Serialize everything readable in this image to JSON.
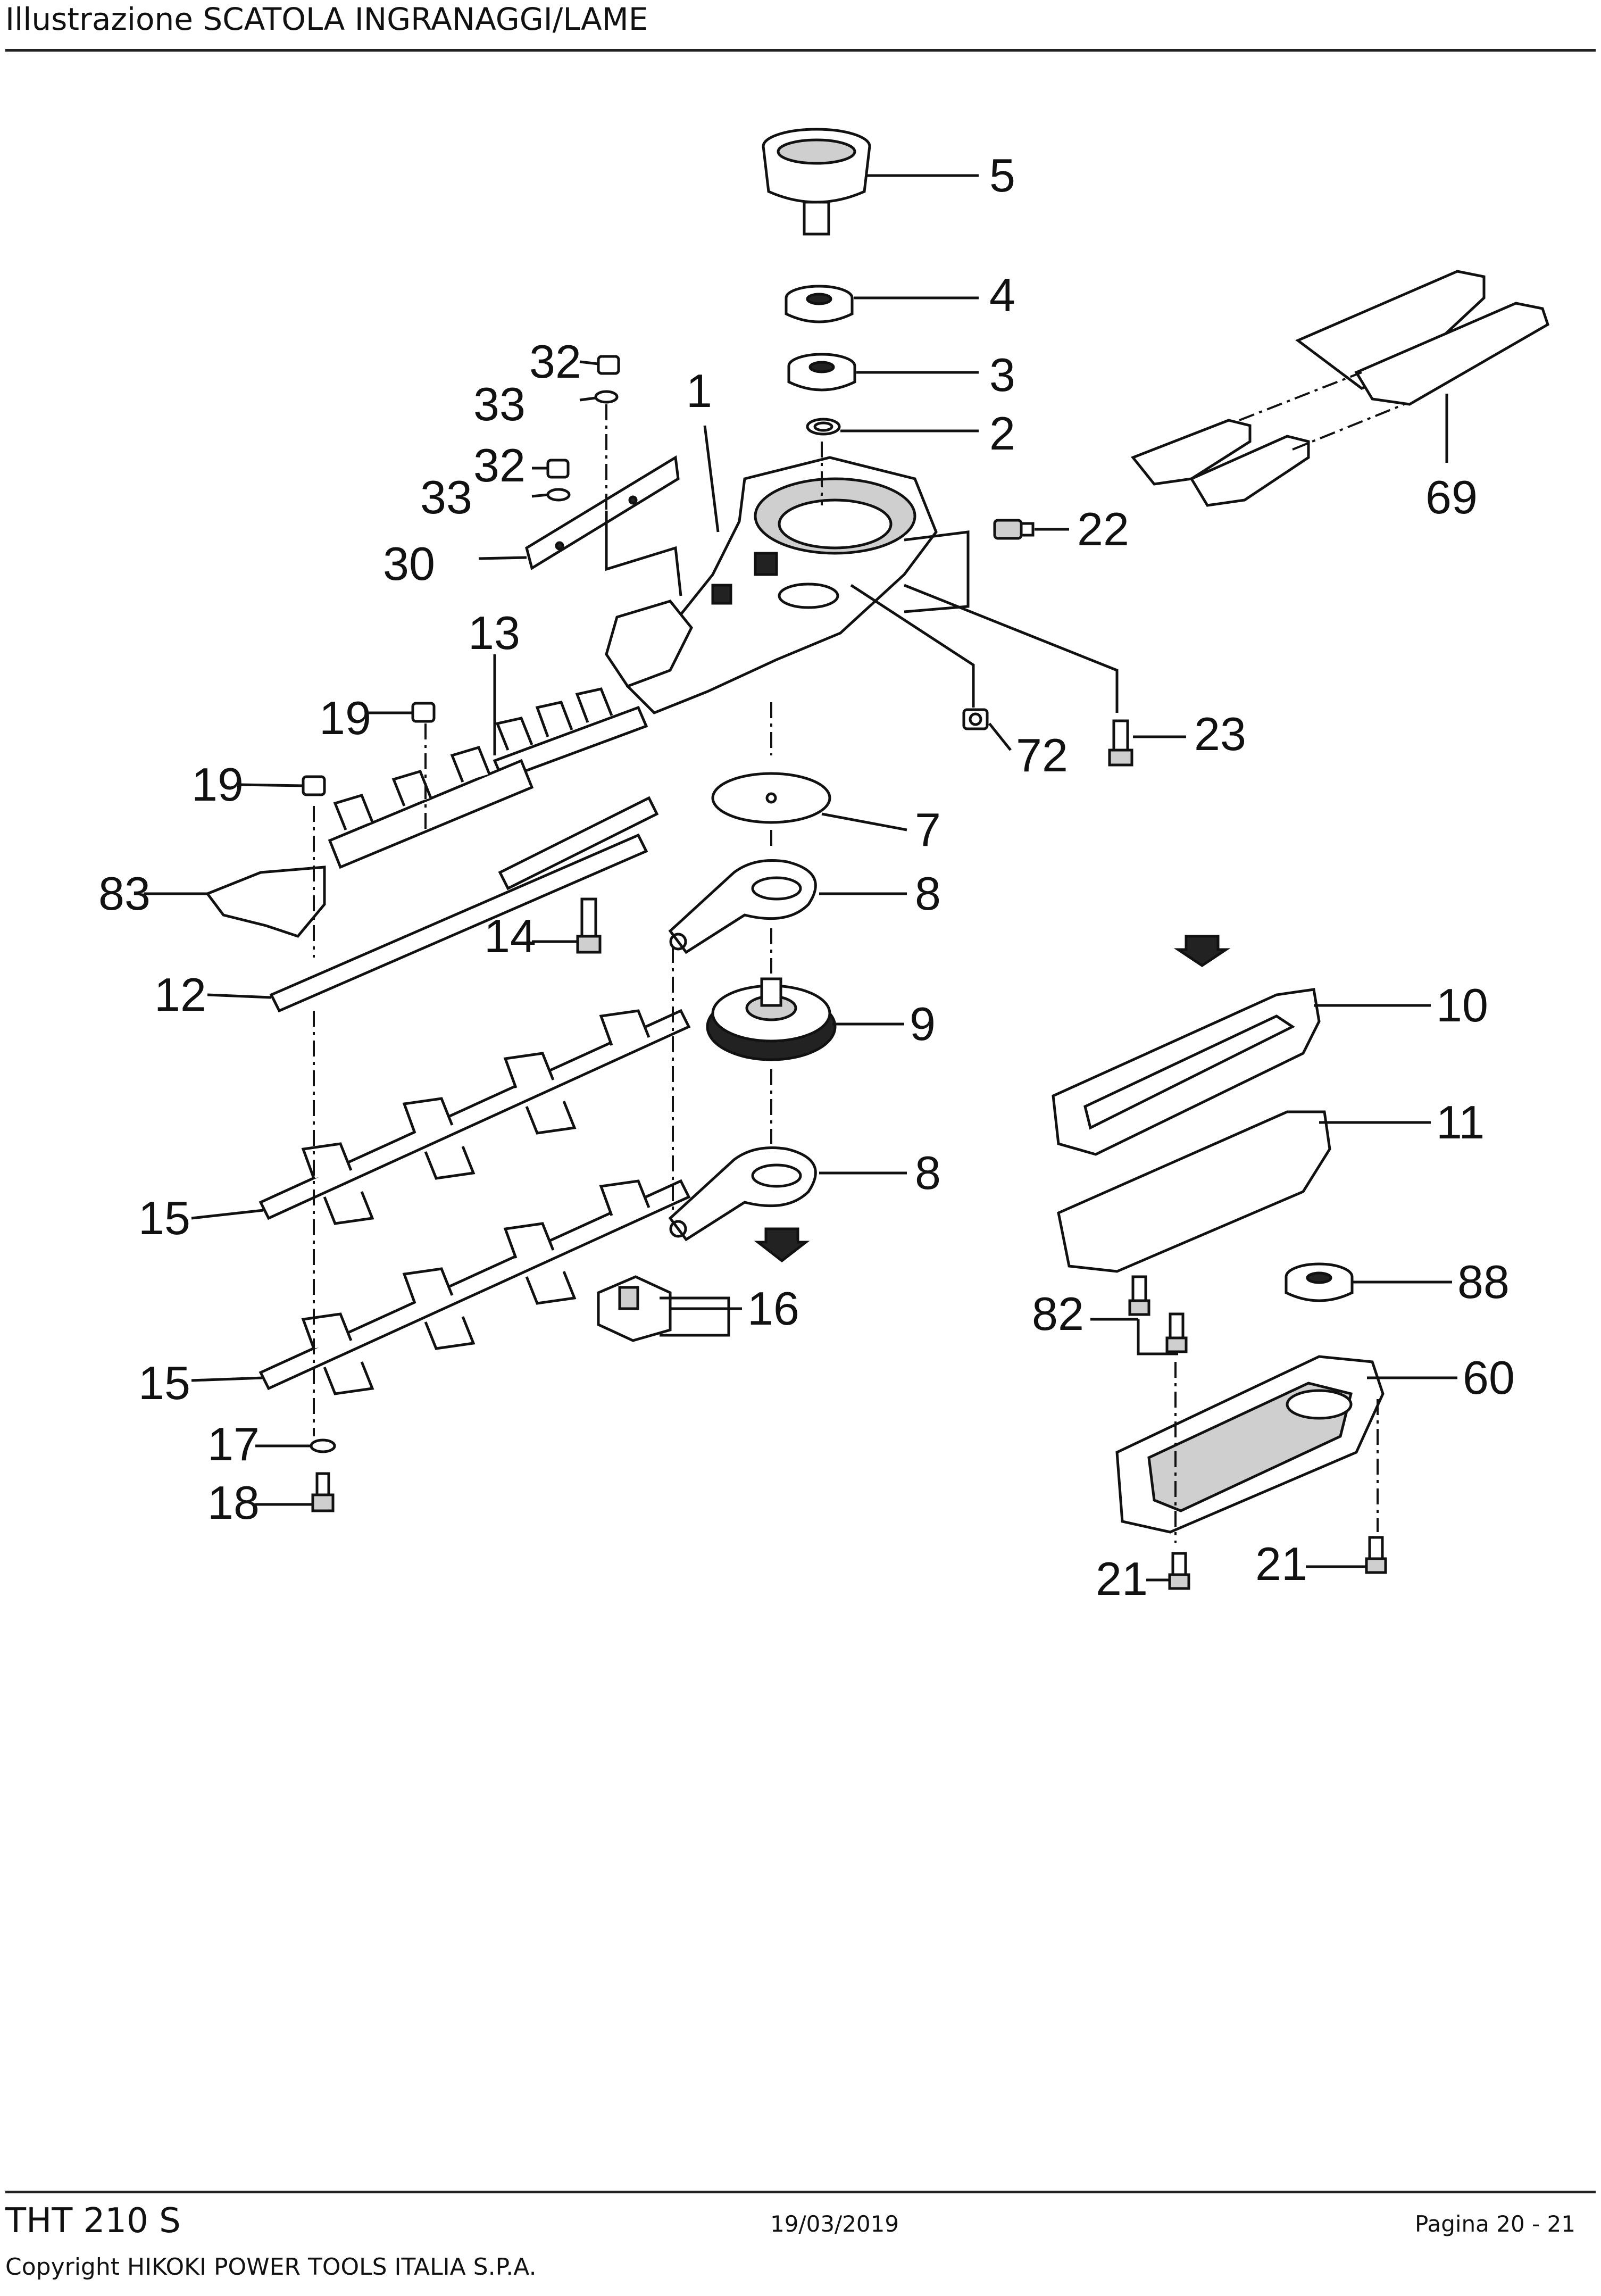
{
  "header": {
    "title": "Illustrazione  SCATOLA INGRANAGGI/LAME"
  },
  "footer": {
    "model": "THT 210 S",
    "date": "19/03/2019",
    "page": "Pagina 20 - 21",
    "copyright": "Copyright HIKOKI POWER TOOLS ITALIA S.P.A."
  },
  "callouts": {
    "p1": "1",
    "p2": "2",
    "p3": "3",
    "p4": "4",
    "p5": "5",
    "p7": "7",
    "p8a": "8",
    "p8b": "8",
    "p9": "9",
    "p10": "10",
    "p11": "11",
    "p12": "12",
    "p13": "13",
    "p14": "14",
    "p15a": "15",
    "p15b": "15",
    "p16": "16",
    "p17": "17",
    "p18": "18",
    "p19a": "19",
    "p19b": "19",
    "p21a": "21",
    "p21b": "21",
    "p22": "22",
    "p23": "23",
    "p30": "30",
    "p32a": "32",
    "p32b": "32",
    "p33a": "33",
    "p33b": "33",
    "p60": "60",
    "p69": "69",
    "p72": "72",
    "p82": "82",
    "p83": "83",
    "p88": "88"
  }
}
